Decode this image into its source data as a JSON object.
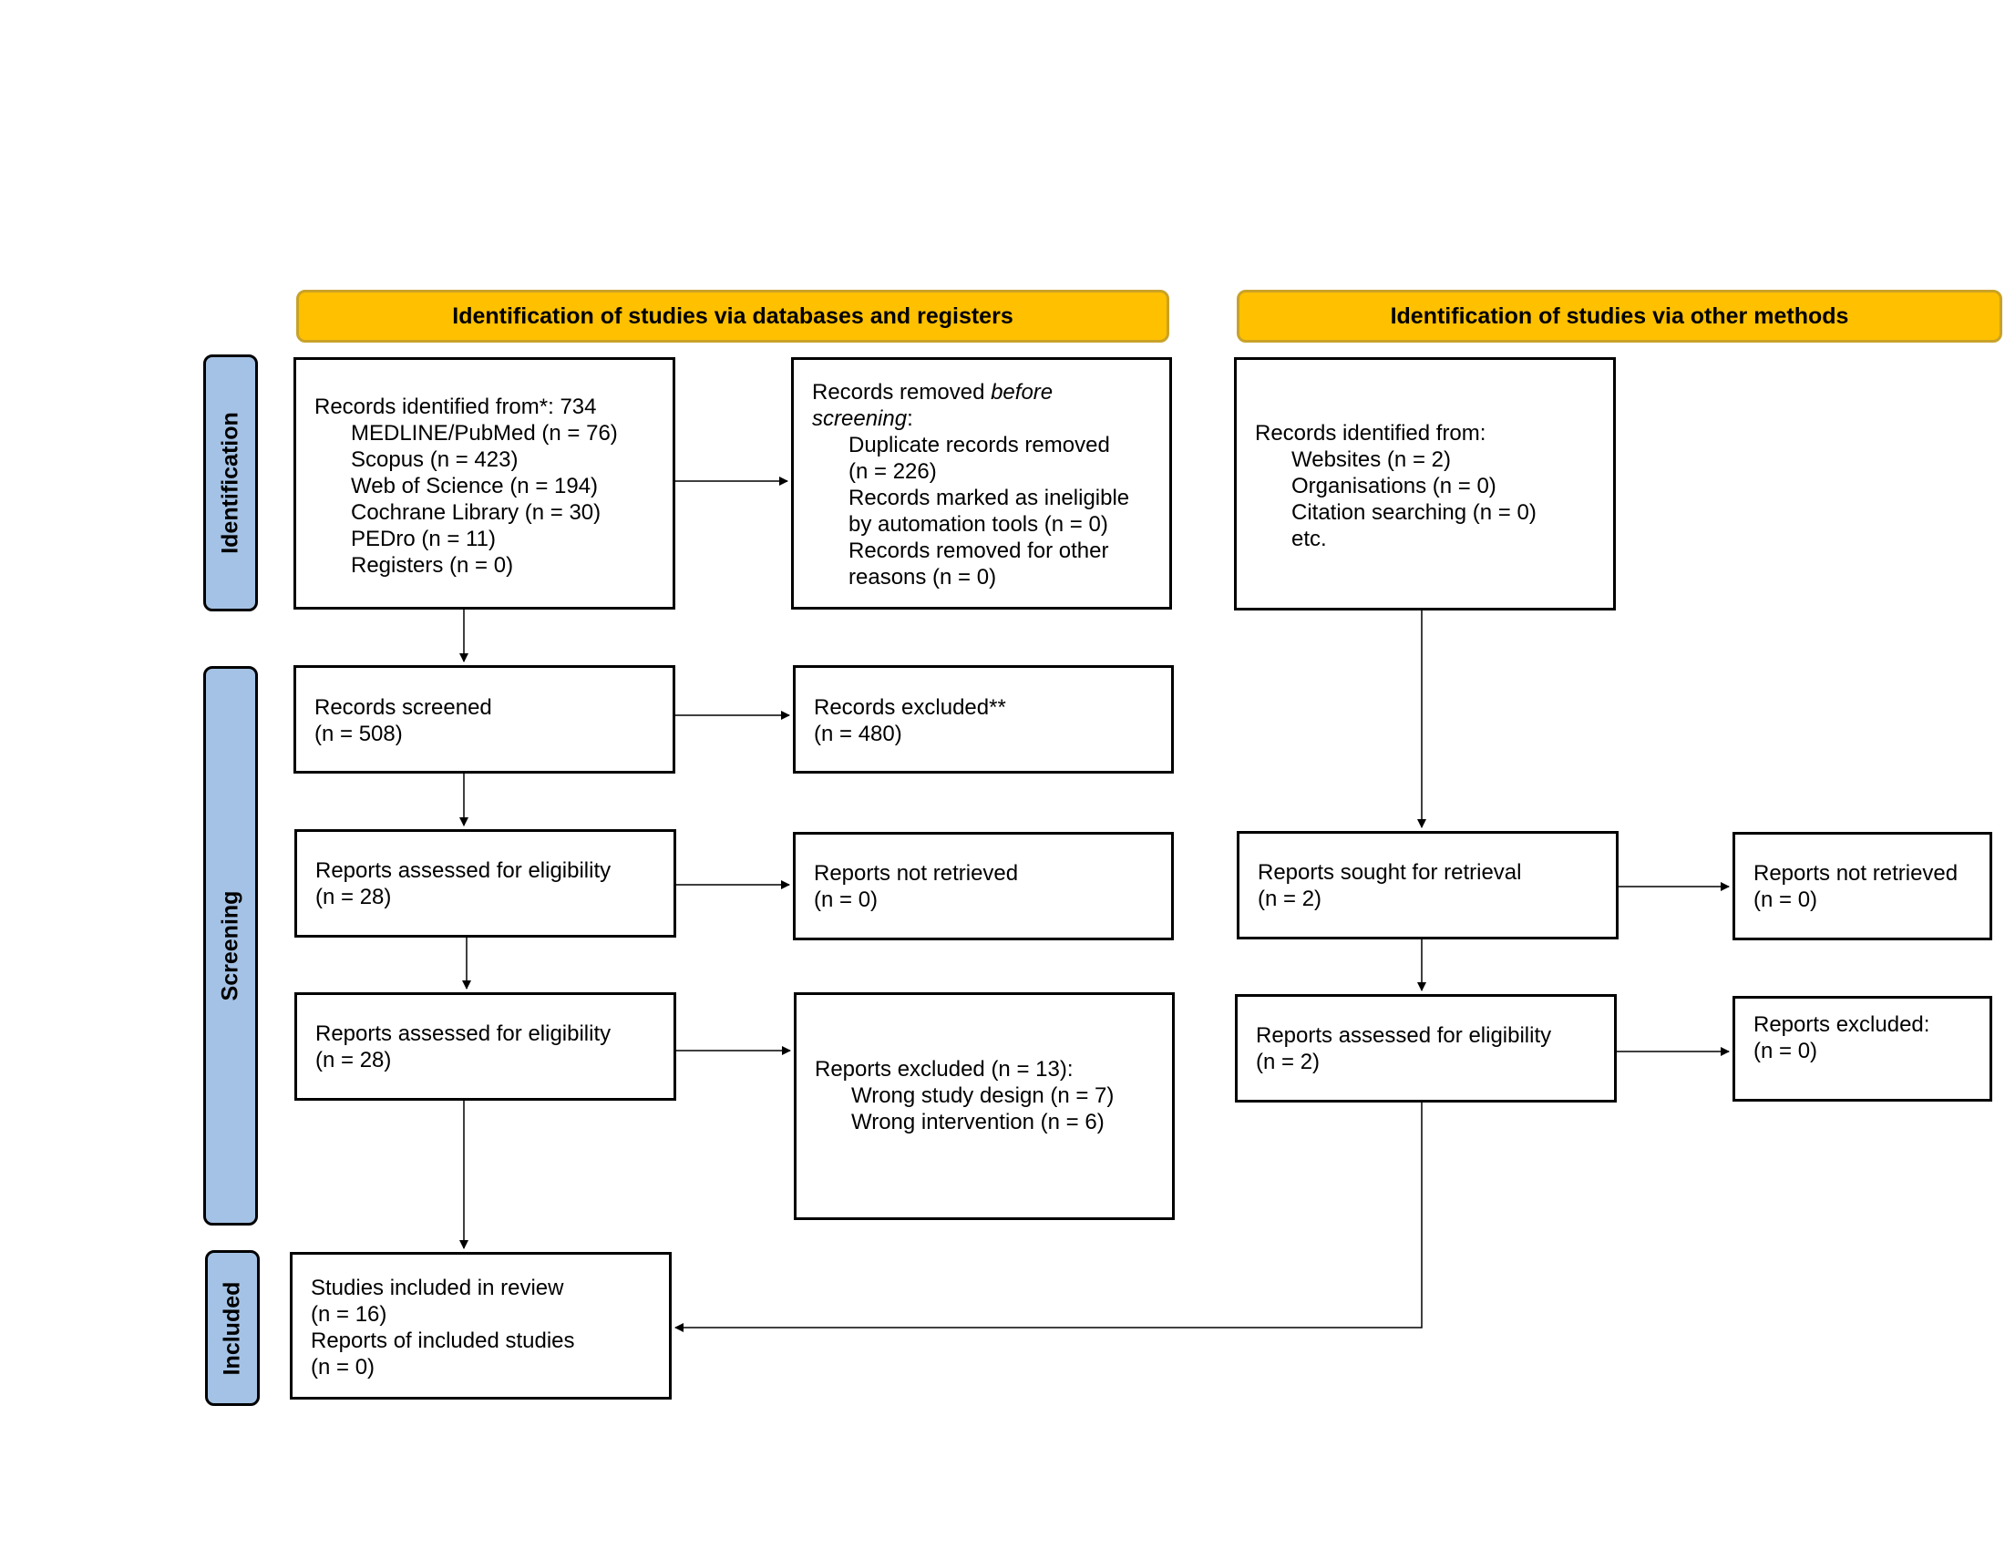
{
  "headers": {
    "databases": "Identification of studies via databases and registers",
    "other": "Identification of studies via other methods"
  },
  "stages": {
    "identification": "Identification",
    "screening": "Screening",
    "included": "Included"
  },
  "db_identified": {
    "title": "Records identified from*: 734",
    "items": [
      "MEDLINE/PubMed (n = 76)",
      "Scopus (n = 423)",
      "Web of Science (n = 194)",
      "Cochrane Library (n = 30)",
      "PEDro (n = 11)",
      "Registers (n = 0)"
    ]
  },
  "db_removed": {
    "title_prefix": "Records removed ",
    "title_italic1": "before",
    "title_italic2": "screening",
    "title_suffix": ":",
    "items": [
      "Duplicate records removed",
      "(n = 226)",
      "Records marked as ineligible",
      "by automation tools (n = 0)",
      "Records removed for other",
      "reasons (n = 0)"
    ]
  },
  "db_screened": {
    "line1": "Records screened",
    "line2": "(n = 508)"
  },
  "db_excluded": {
    "line1": "Records excluded**",
    "line2": "(n = 480)"
  },
  "db_sought": {
    "line1": "Reports assessed for eligibility",
    "line2": "(n = 28)"
  },
  "db_not_retrieved": {
    "line1": "Reports not retrieved",
    "line2": "(n = 0)"
  },
  "db_assessed": {
    "line1": "Reports assessed for eligibility",
    "line2": "(n = 28)"
  },
  "db_reports_excluded": {
    "title": "Reports excluded (n = 13):",
    "items": [
      "Wrong study design (n = 7)",
      "Wrong intervention (n = 6)"
    ]
  },
  "included": {
    "lines": [
      "Studies included in review",
      "(n = 16)",
      "Reports of included studies",
      "(n = 0)"
    ]
  },
  "other_identified": {
    "title": "Records identified from:",
    "items": [
      "Websites (n = 2)",
      "Organisations (n = 0)",
      "Citation searching (n = 0)",
      "etc."
    ]
  },
  "other_sought": {
    "line1": "Reports sought for retrieval",
    "line2": "(n = 2)"
  },
  "other_not_retrieved": {
    "line1": "Reports not retrieved",
    "line2": "(n = 0)"
  },
  "other_assessed": {
    "line1": "Reports assessed for eligibility",
    "line2": "(n = 2)"
  },
  "other_excluded": {
    "line1": "Reports excluded:",
    "line2": "(n = 0)"
  }
}
